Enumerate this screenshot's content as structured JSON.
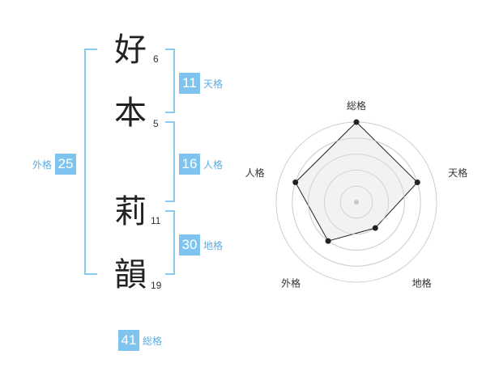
{
  "name": {
    "characters": [
      {
        "char": "好",
        "strokes": "6"
      },
      {
        "char": "本",
        "strokes": "5"
      },
      {
        "char": "莉",
        "strokes": "11"
      },
      {
        "char": "韻",
        "strokes": "19"
      }
    ]
  },
  "fortune": {
    "tenkaku": {
      "value": "11",
      "label": "天格"
    },
    "jinkaku": {
      "value": "16",
      "label": "人格"
    },
    "chikaku": {
      "value": "30",
      "label": "地格"
    },
    "gaikaku": {
      "value": "25",
      "label": "外格"
    },
    "soukaku": {
      "value": "41",
      "label": "総格"
    }
  },
  "chart_data": {
    "type": "radar",
    "axes": [
      "総格",
      "天格",
      "地格",
      "外格",
      "人格"
    ],
    "values": [
      5,
      4,
      2,
      3,
      4
    ],
    "max": 5,
    "rings": 4,
    "colors": {
      "line": "#222222",
      "fill": "#eeeeee",
      "ring": "#cfcfcf",
      "point": "#222222",
      "center": "#c8c8c8"
    }
  }
}
